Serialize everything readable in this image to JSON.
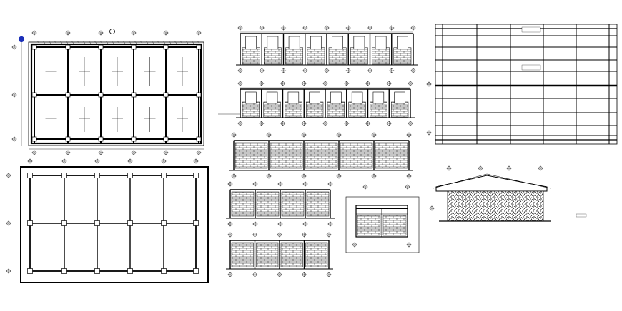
{
  "drawing_sheet": {
    "views": [
      {
        "id": "foundation-plan",
        "kind": "plan"
      },
      {
        "id": "column-layout-plan",
        "kind": "plan"
      },
      {
        "id": "front-elevation",
        "kind": "elevation"
      },
      {
        "id": "rear-elevation",
        "kind": "elevation"
      },
      {
        "id": "side-elevation-long",
        "kind": "elevation"
      },
      {
        "id": "side-elevation-a",
        "kind": "elevation"
      },
      {
        "id": "side-elevation-b",
        "kind": "elevation"
      },
      {
        "id": "cross-section",
        "kind": "section"
      },
      {
        "id": "roof-plan",
        "kind": "plan"
      },
      {
        "id": "roof-elevation",
        "kind": "elevation"
      }
    ],
    "colors": {
      "line": "#000000",
      "background": "#ffffff",
      "north_marker": "#1b2fb8"
    }
  }
}
